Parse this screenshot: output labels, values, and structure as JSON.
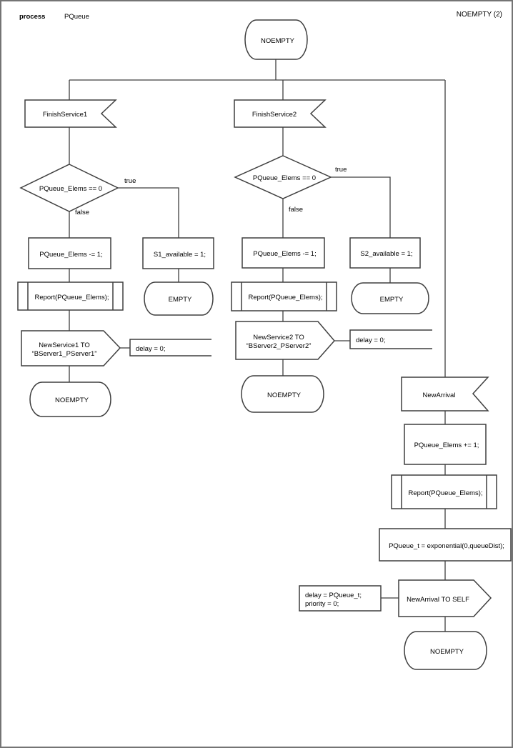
{
  "header": {
    "doc_type": "process",
    "doc_name": "PQueue",
    "page_title": "NOEMPTY (2)"
  },
  "colors": {
    "line": "#3f3f3f",
    "background": "#ffffff"
  },
  "diagram": {
    "start_state": "NOEMPTY",
    "branch1": {
      "input": "FinishService1",
      "decision": "PQueue_Elems == 0",
      "label_true": "true",
      "label_false": "false",
      "task": "PQueue_Elems -= 1;",
      "procedure": "Report(PQueue_Elems);",
      "send_line1": "NewService1 TO",
      "send_line2": "“BServer1_PServer1”",
      "send_param": "delay = 0;",
      "next_state": "NOEMPTY",
      "true_task": "S1_available = 1;",
      "true_next_state": "EMPTY"
    },
    "branch2": {
      "input": "FinishService2",
      "decision": "PQueue_Elems == 0",
      "label_true": "true",
      "label_false": "false",
      "task": "PQueue_Elems -= 1;",
      "procedure": "Report(PQueue_Elems);",
      "send_line1": "NewService2 TO",
      "send_line2": "“BServer2_PServer2”",
      "send_param": "delay = 0;",
      "next_state": "NOEMPTY",
      "true_task": "S2_available = 1;",
      "true_next_state": "EMPTY"
    },
    "branch3": {
      "input": "NewArrival",
      "task1": "PQueue_Elems += 1;",
      "procedure": "Report(PQueue_Elems);",
      "task2": "PQueue_t = exponential(0,queueDist);",
      "send": "NewArrival TO SELF",
      "send_param_line1": "delay = PQueue_t;",
      "send_param_line2": "priority = 0;",
      "next_state": "NOEMPTY"
    }
  }
}
